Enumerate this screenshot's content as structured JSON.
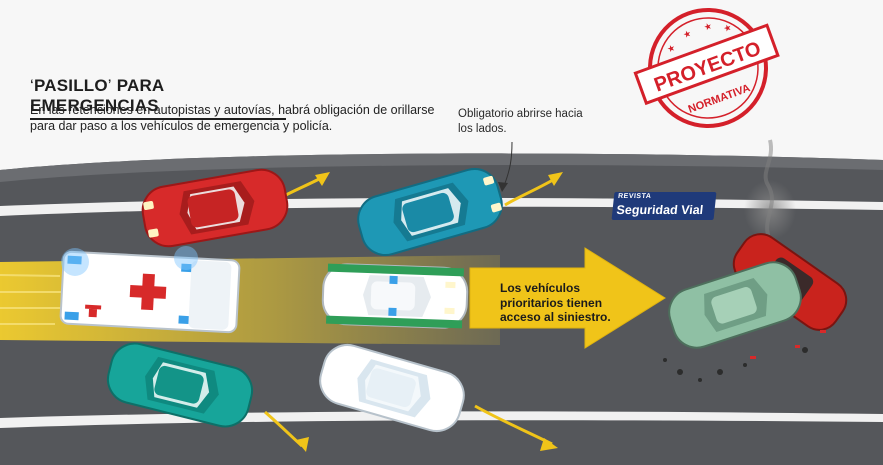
{
  "header": {
    "title_open_quote": "‘",
    "title_word": "PASILLO",
    "title_close_quote": "’",
    "title_rest": " PARA EMERGENCIAS",
    "subtitle": "En las retenciones en autopistas y autovías, habrá obligación de orillarse para dar paso a los vehículos de emergencia y policía."
  },
  "callouts": {
    "sides_note": "Obligatorio abrirse hacia los lados.",
    "priority_note": "Los vehículos prioritarios tienen acceso al siniestro."
  },
  "stamp": {
    "main": "PROYECTO",
    "sub": "NORMATIVA",
    "color": "#d4202a"
  },
  "badge": {
    "top": "REVISTA",
    "main": "Seguridad Vial",
    "color": "#1f3a7a"
  },
  "colors": {
    "road": "#55575b",
    "lane_marking": "#f1f1f1",
    "corridor": "#f3cf2e",
    "arrow": "#f0c419"
  },
  "vehicles": [
    {
      "name": "red-car",
      "color": "#d72a2a"
    },
    {
      "name": "blue-car",
      "color": "#1e98b5"
    },
    {
      "name": "ambulance",
      "color": "#ffffff"
    },
    {
      "name": "police-car",
      "color": "#ffffff"
    },
    {
      "name": "teal-car",
      "color": "#17a59a"
    },
    {
      "name": "white-car",
      "color": "#ffffff"
    },
    {
      "name": "crashed-green-car",
      "color": "#8fc0a4"
    },
    {
      "name": "crashed-red-car",
      "color": "#c9231d"
    }
  ]
}
